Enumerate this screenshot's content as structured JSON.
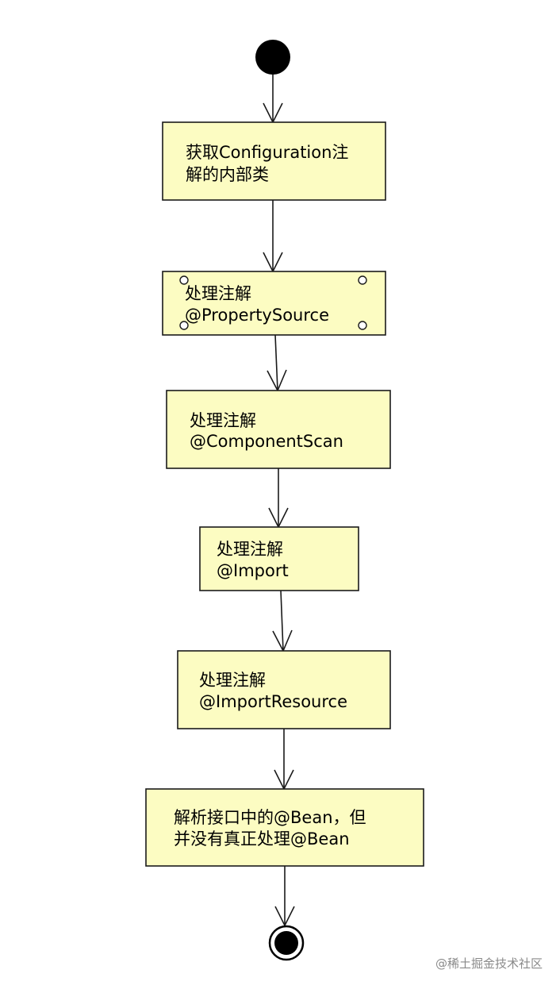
{
  "diagram": {
    "type": "activity",
    "colors": {
      "box_fill": "#fcfcc2",
      "box_stroke": "#1a1a1a",
      "line": "#1a1a1a",
      "start_node": "#000000"
    },
    "steps": [
      {
        "line1": "获取Configuration注",
        "line2": "解的内部类"
      },
      {
        "line1": "处理注解",
        "line2": "@PropertySource"
      },
      {
        "line1": "处理注解",
        "line2": "@ComponentScan"
      },
      {
        "line1": "处理注解",
        "line2": "@Import"
      },
      {
        "line1": "处理注解",
        "line2": "@ImportResource"
      },
      {
        "line1": "解析接口中的@Bean，但",
        "line2": "并没有真正处理@Bean"
      }
    ]
  },
  "watermark": "@稀土掘金技术社区"
}
